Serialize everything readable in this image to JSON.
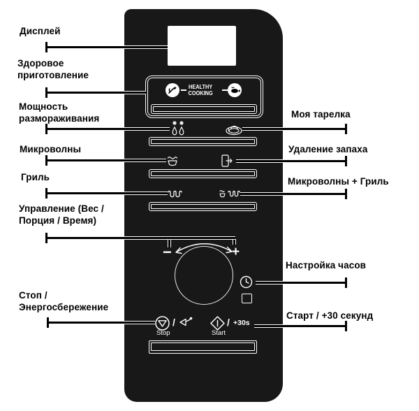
{
  "figure": {
    "type": "microwave-control-panel-diagram"
  },
  "colors": {
    "panel": "#181818",
    "panel_lines": "#ffffff",
    "label_text": "#000000",
    "display": "#ffffff"
  },
  "labels": {
    "left": [
      {
        "id": "display",
        "line1": "Дисплей"
      },
      {
        "id": "healthy",
        "line1": "Здоровое",
        "line2": "приготовление"
      },
      {
        "id": "defrost",
        "line1": "Мощность",
        "line2": "размораживания"
      },
      {
        "id": "micro",
        "line1": "Микроволны"
      },
      {
        "id": "grill",
        "line1": "Гриль"
      },
      {
        "id": "control",
        "line1": "Управление (Вес /",
        "line2": "Порция / Время)"
      },
      {
        "id": "stop",
        "line1": "Стоп /",
        "line2": "Энергосбережение"
      }
    ],
    "right": [
      {
        "id": "myplate",
        "line1": "Моя тарелка"
      },
      {
        "id": "odor",
        "line1": "Удаление запаха"
      },
      {
        "id": "microgrill",
        "line1": "Микроволны + Гриль"
      },
      {
        "id": "clock",
        "line1": "Настройка часов"
      },
      {
        "id": "start",
        "line1": "Старт / +30 секунд"
      }
    ]
  },
  "panel": {
    "healthy_cooking": {
      "title_line1": "HEALTHY",
      "title_line2": "COOKING"
    },
    "dial": {
      "minus": "−",
      "plus": "+"
    },
    "stop_button": {
      "separator": "/",
      "label": "Stop"
    },
    "start_button": {
      "separator": "/",
      "plus_30": "+30s",
      "label": "Start"
    }
  },
  "icons": {
    "healthy_left": "vegetables-in-circle",
    "healthy_right": "fish-dish-in-circle",
    "defrost": "two-drops-with-sparkles",
    "my_plate": "plate-with-food",
    "microwave": "dish-with-waves",
    "odor_removal": "door-with-arrow",
    "grill": "heating-coil",
    "microwave_grill": "dish-waves-plus-coil",
    "dial_arrow": "curved-double-arrow",
    "clock": "clock-face",
    "stop": "triangle-in-circle",
    "energy_saving": "lamp-horn",
    "start": "diamond-with-bar"
  }
}
